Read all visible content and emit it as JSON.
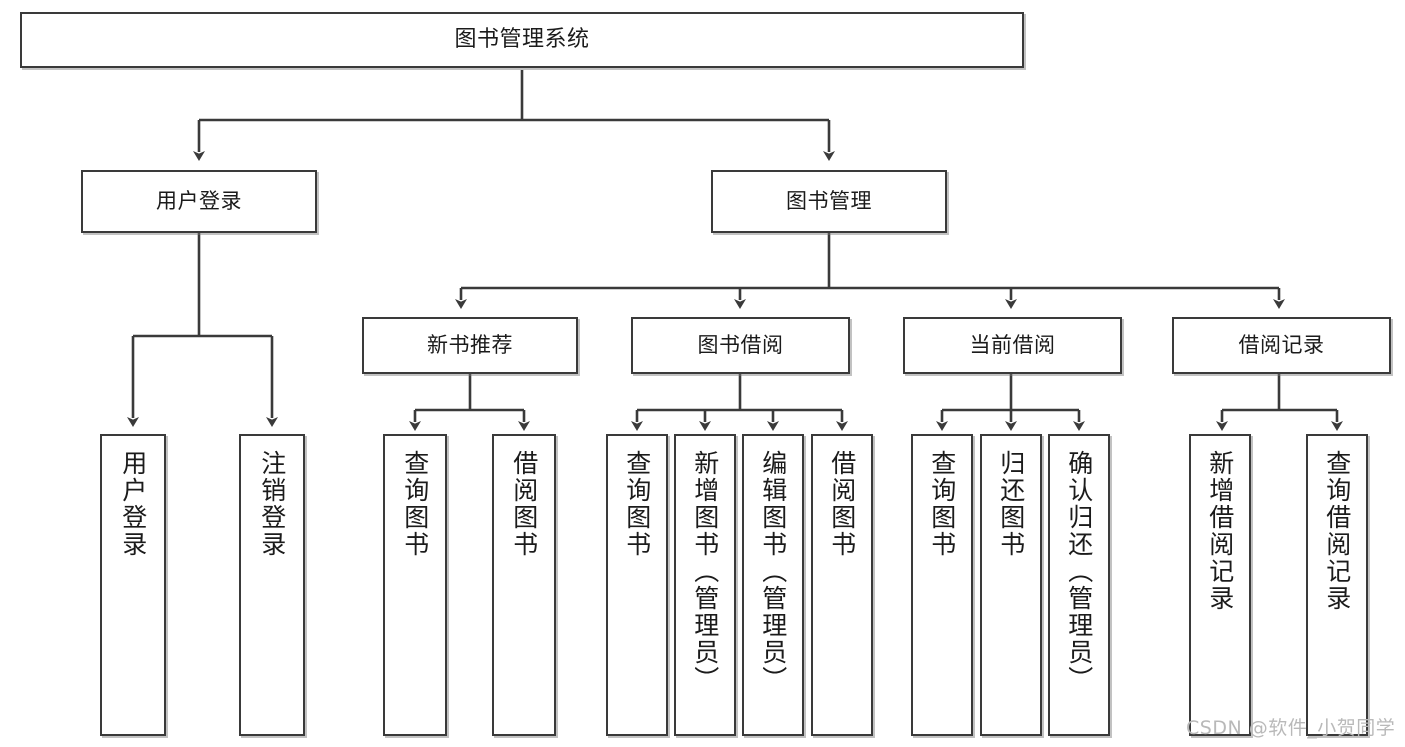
{
  "diagram": {
    "title": "图书管理系统",
    "type": "tree-hierarchy-functional-decomposition",
    "watermark": "CSDN @软件_小贺同学",
    "colors": {
      "box_border": "#3a3a3a",
      "box_fill": "#ffffff",
      "connector": "#3a3a3a",
      "text": "#1b1b1b",
      "watermark": "#b9b9b9"
    },
    "nodes": {
      "root": {
        "label": "图书管理系统"
      },
      "level2": [
        {
          "label": "用户登录"
        },
        {
          "label": "图书管理"
        }
      ],
      "level3": [
        {
          "label": "新书推荐"
        },
        {
          "label": "图书借阅"
        },
        {
          "label": "当前借阅"
        },
        {
          "label": "借阅记录"
        }
      ],
      "leaves": {
        "user_login": [
          {
            "label": "用户登录"
          },
          {
            "label": "注销登录"
          }
        ],
        "new_book": [
          {
            "label": "查询图书"
          },
          {
            "label": "借阅图书"
          }
        ],
        "book_borrow": [
          {
            "label": "查询图书"
          },
          {
            "label": "新增图书（管理员）"
          },
          {
            "label": "编辑图书（管理员）"
          },
          {
            "label": "借阅图书"
          }
        ],
        "current_borrow": [
          {
            "label": "查询图书"
          },
          {
            "label": "归还图书"
          },
          {
            "label": "确认归还（管理员）"
          }
        ],
        "borrow_record": [
          {
            "label": "新增借阅记录"
          },
          {
            "label": "查询借阅记录"
          }
        ]
      }
    }
  }
}
